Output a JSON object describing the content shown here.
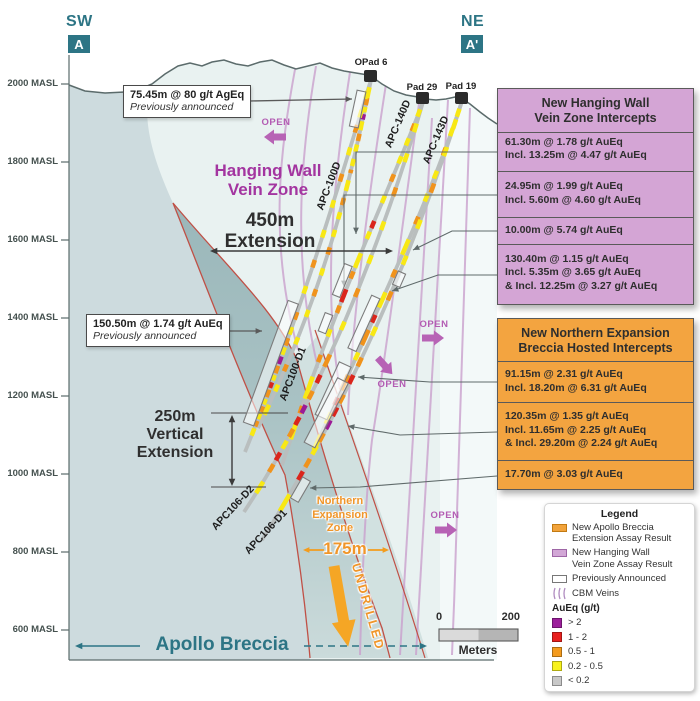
{
  "compass": {
    "sw": "SW",
    "ne": "NE",
    "a": "A",
    "a_prime": "A'"
  },
  "axis": {
    "ticks": [
      "2000 MASL",
      "1800 MASL",
      "1600 MASL",
      "1400 MASL",
      "1200 MASL",
      "1000 MASL",
      "800 MASL",
      "600 MASL"
    ]
  },
  "pads": [
    {
      "label": "OPad 6"
    },
    {
      "label": "Pad 29"
    },
    {
      "label": "Pad 19"
    }
  ],
  "annotations": {
    "hanging_wall": {
      "line1": "Hanging Wall",
      "line2": "Vein Zone"
    },
    "extension_450": {
      "line1": "450m",
      "line2": "Extension"
    },
    "vertical_250": {
      "line1": "250m",
      "line2": "Vertical",
      "line3": "Extension"
    },
    "open": "OPEN",
    "northern_zone": {
      "line1": "Northern",
      "line2": "Expansion",
      "line3": "Zone"
    },
    "span_175": "175m",
    "undrilled": "UNDRILLED",
    "apollo": "Apollo Breccia"
  },
  "callouts": {
    "ageq": {
      "line1": "75.45m @ 80 g/t AgEq",
      "line2": "Previously announced"
    },
    "aueq": {
      "line1": "150.50m @ 1.74 g/t AuEq",
      "line2": "Previously announced"
    }
  },
  "panels": {
    "hanging_wall": {
      "title1": "New Hanging Wall",
      "title2": "Vein Zone Intercepts",
      "rows": [
        [
          "61.30m @ 1.78 g/t AuEq",
          "Incl. 13.25m @ 4.47 g/t AuEq"
        ],
        [
          "24.95m @ 1.99 g/t AuEq",
          "Incl. 5.60m @ 4.60 g/t AuEq"
        ],
        [
          "10.00m @ 5.74 g/t AuEq"
        ],
        [
          "130.40m @ 1.15 g/t AuEq",
          "Incl. 5.35m @ 3.65 g/t AuEq",
          "& Incl. 12.25m @ 3.27 g/t AuEq"
        ]
      ]
    },
    "northern": {
      "title1": "New Northern Expansion",
      "title2": "Breccia Hosted Intercepts",
      "rows": [
        [
          "91.15m @ 2.31 g/t AuEq",
          "Incl. 18.20m @ 6.31 g/t AuEq"
        ],
        [
          "120.35m @ 1.35 g/t AuEq",
          "Incl. 11.65m @ 2.25 g/t AuEq",
          "& Incl. 29.20m @ 2.24 g/t AuEq"
        ],
        [
          "17.70m @ 3.03 g/t AuEq"
        ]
      ]
    }
  },
  "legend": {
    "title": "Legend",
    "items": [
      {
        "lines": [
          "New Apollo Breccia",
          "Extension Assay Result"
        ],
        "fill": "#f2a33b",
        "border": "#c27a12"
      },
      {
        "lines": [
          "New Hanging Wall",
          "Vein Zone Assay Result"
        ],
        "fill": "#d2a7d6",
        "border": "#9e66a6"
      },
      {
        "lines": [
          "Previously Announced"
        ],
        "fill": "#ffffff",
        "border": "#777777"
      }
    ],
    "cbm": "CBM Veins",
    "aueq_title": "AuEq (g/t)",
    "grades": [
      {
        "label": "> 2",
        "color": "#9c1f9b"
      },
      {
        "label": "1 - 2",
        "color": "#e8201e"
      },
      {
        "label": "0.5 - 1",
        "color": "#f49b1d"
      },
      {
        "label": "0.2 - 0.5",
        "color": "#f8f21c"
      },
      {
        "label": "< 0.2",
        "color": "#c8c8c8"
      }
    ]
  },
  "scalebar": {
    "start": "0",
    "end": "200",
    "unit": "Meters"
  },
  "colors": {
    "teal": "#2d7585",
    "panel_purple": "#d4a5d5",
    "panel_orange": "#f3a440",
    "vein_purple": "#c9a0cd",
    "open_purple": "#b763b5",
    "boundary_red": "#c05046",
    "annot_orange": "#f39c1d",
    "hole_gray": "#b9bebe",
    "grade_scale": [
      "#f8e814",
      "#f0931c",
      "#da251c",
      "#9c1a96",
      "#c6c6c6"
    ]
  },
  "section": {
    "holes": [
      {
        "label": "APC-100D",
        "segments": [
          [
            0.02,
            0.05,
            0
          ],
          [
            0.05,
            0.07,
            1
          ],
          [
            0.075,
            0.09,
            0
          ],
          [
            0.095,
            0.11,
            3
          ],
          [
            0.115,
            0.14,
            0
          ],
          [
            0.15,
            0.17,
            1
          ],
          [
            0.18,
            0.2,
            0
          ],
          [
            0.22,
            0.24,
            0
          ],
          [
            0.25,
            0.26,
            1
          ],
          [
            0.28,
            0.31,
            0
          ],
          [
            0.33,
            0.35,
            1
          ],
          [
            0.37,
            0.39,
            0
          ],
          [
            0.42,
            0.44,
            0
          ],
          [
            0.47,
            0.49,
            1
          ],
          [
            0.53,
            0.55,
            0
          ],
          [
            0.59,
            0.61,
            1
          ],
          [
            0.65,
            0.67,
            0
          ],
          [
            0.73,
            0.75,
            0
          ],
          [
            0.81,
            0.83,
            1
          ],
          [
            0.87,
            0.89,
            0
          ],
          [
            0.93,
            0.96,
            0
          ]
        ]
      },
      {
        "label": "APC-140D",
        "segments": [
          [
            0.02,
            0.04,
            0
          ],
          [
            0.06,
            0.08,
            1
          ],
          [
            0.1,
            0.12,
            0
          ],
          [
            0.15,
            0.17,
            0
          ],
          [
            0.2,
            0.22,
            1
          ],
          [
            0.26,
            0.28,
            0
          ],
          [
            0.33,
            0.35,
            2
          ],
          [
            0.36,
            0.38,
            0
          ],
          [
            0.42,
            0.46,
            0
          ],
          [
            0.47,
            0.49,
            1
          ],
          [
            0.52,
            0.555,
            2
          ],
          [
            0.565,
            0.585,
            1
          ],
          [
            0.63,
            0.65,
            0
          ],
          [
            0.7,
            0.72,
            1
          ],
          [
            0.76,
            0.82,
            0
          ],
          [
            0.84,
            0.86,
            1
          ],
          [
            0.88,
            0.93,
            0
          ]
        ]
      },
      {
        "label": "APC-143D",
        "segments": [
          [
            0.02,
            0.04,
            0
          ],
          [
            0.07,
            0.09,
            0
          ],
          [
            0.12,
            0.14,
            1
          ],
          [
            0.18,
            0.2,
            0
          ],
          [
            0.24,
            0.26,
            0
          ],
          [
            0.3,
            0.32,
            1
          ],
          [
            0.36,
            0.4,
            0
          ],
          [
            0.44,
            0.46,
            1
          ],
          [
            0.5,
            0.54,
            0
          ],
          [
            0.56,
            0.58,
            2
          ],
          [
            0.6,
            0.64,
            1
          ],
          [
            0.66,
            0.68,
            0
          ],
          [
            0.72,
            0.76,
            1
          ],
          [
            0.78,
            0.8,
            2
          ],
          [
            0.82,
            0.85,
            0
          ],
          [
            0.88,
            0.92,
            0
          ]
        ]
      },
      {
        "label": "APC100-D1",
        "segments": [
          [
            0.03,
            0.05,
            0
          ],
          [
            0.08,
            0.1,
            0
          ],
          [
            0.12,
            0.14,
            1
          ],
          [
            0.18,
            0.2,
            0
          ],
          [
            0.25,
            0.27,
            1
          ],
          [
            0.32,
            0.34,
            0
          ],
          [
            0.4,
            0.42,
            0
          ],
          [
            0.48,
            0.5,
            1
          ],
          [
            0.55,
            0.57,
            0
          ],
          [
            0.62,
            0.64,
            1
          ],
          [
            0.66,
            0.68,
            0
          ],
          [
            0.69,
            0.71,
            1
          ],
          [
            0.715,
            0.735,
            0
          ],
          [
            0.74,
            0.76,
            3
          ],
          [
            0.765,
            0.785,
            1
          ],
          [
            0.79,
            0.805,
            0
          ],
          [
            0.81,
            0.825,
            2
          ],
          [
            0.83,
            0.85,
            1
          ],
          [
            0.855,
            0.87,
            0
          ],
          [
            0.875,
            0.89,
            1
          ],
          [
            0.895,
            0.91,
            0
          ],
          [
            0.915,
            0.93,
            1
          ],
          [
            0.935,
            0.955,
            0
          ]
        ]
      },
      {
        "label": "APC106-D2",
        "segments": [
          [
            0.05,
            0.07,
            0
          ],
          [
            0.12,
            0.14,
            0
          ],
          [
            0.2,
            0.22,
            1
          ],
          [
            0.28,
            0.3,
            0
          ],
          [
            0.36,
            0.38,
            0
          ],
          [
            0.44,
            0.46,
            1
          ],
          [
            0.52,
            0.54,
            0
          ],
          [
            0.6,
            0.63,
            1
          ],
          [
            0.65,
            0.67,
            2
          ],
          [
            0.69,
            0.71,
            1
          ],
          [
            0.725,
            0.745,
            3
          ],
          [
            0.755,
            0.775,
            2
          ],
          [
            0.785,
            0.805,
            1
          ],
          [
            0.815,
            0.835,
            0
          ],
          [
            0.845,
            0.865,
            2
          ],
          [
            0.875,
            0.895,
            1
          ],
          [
            0.92,
            0.95,
            0
          ]
        ]
      },
      {
        "label": "APC106-D1",
        "segments": [
          [
            0.04,
            0.06,
            0
          ],
          [
            0.1,
            0.12,
            0
          ],
          [
            0.18,
            0.2,
            1
          ],
          [
            0.26,
            0.28,
            0
          ],
          [
            0.34,
            0.36,
            0
          ],
          [
            0.42,
            0.44,
            1
          ],
          [
            0.5,
            0.52,
            0
          ],
          [
            0.57,
            0.59,
            1
          ],
          [
            0.61,
            0.63,
            2
          ],
          [
            0.655,
            0.675,
            1
          ],
          [
            0.685,
            0.705,
            2
          ],
          [
            0.715,
            0.735,
            3
          ],
          [
            0.745,
            0.765,
            1
          ],
          [
            0.775,
            0.795,
            0
          ],
          [
            0.805,
            0.825,
            1
          ],
          [
            0.835,
            0.855,
            2
          ],
          [
            0.89,
            0.93,
            0
          ]
        ]
      }
    ]
  }
}
